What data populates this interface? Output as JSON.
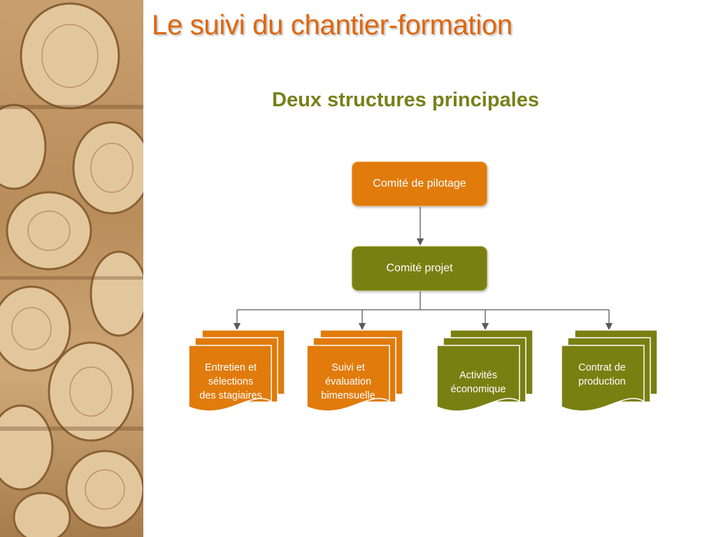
{
  "title": "Le suivi du chantier-formation",
  "subtitle": "Deux structures principales",
  "nodes": {
    "pilotage": "Comité de pilotage",
    "projet": "Comité projet"
  },
  "documents": [
    {
      "label": "Entretien et\nsélections\ndes stagiaires",
      "color": "#e07b0c"
    },
    {
      "label": "Suivi  et\névaluation\nbimensuelle",
      "color": "#e07b0c"
    },
    {
      "label": "Activités\néconomique",
      "color": "#7a7f12"
    },
    {
      "label": "Contrat de\nproduction",
      "color": "#7a7f12"
    }
  ],
  "colors": {
    "title": "#e0660c",
    "subtitle": "#77801a",
    "orange": "#e07b0c",
    "olive": "#7a7f12",
    "connector": "#5a5a5a"
  }
}
